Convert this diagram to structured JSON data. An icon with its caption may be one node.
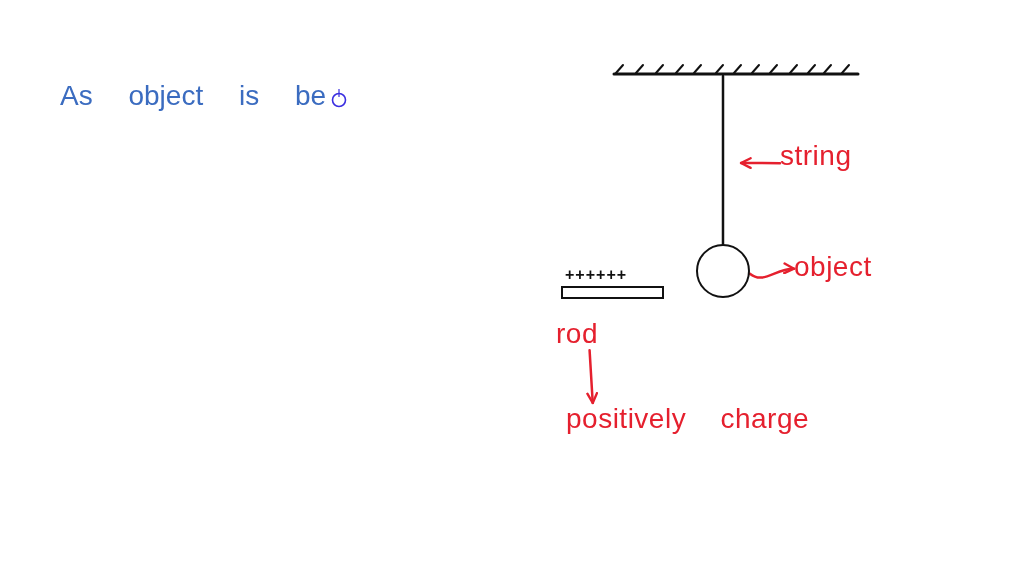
{
  "diagram": {
    "nodes": [
      {
        "text": [],
        "shape": "ceiling"
      },
      {
        "text": [],
        "shape": "circle"
      },
      {
        "text": [],
        "shape": "bar",
        "beside": [
          "++++++"
        ]
      },
      {
        "text": [
          "string"
        ]
      },
      {
        "text": [
          "object"
        ]
      },
      {
        "text": [
          "rod"
        ]
      },
      {
        "text": [
          "positively charge"
        ]
      }
    ],
    "edges": [
      {
        "from": 0,
        "to": 1,
        "arrow": "none",
        "color": "#111111"
      },
      {
        "from": 3,
        "to": null,
        "arrow": "to"
      },
      {
        "from": 1,
        "to": 4,
        "arrow": "to"
      },
      {
        "from": 5,
        "to": 6,
        "arrow": "to"
      }
    ],
    "labels": [
      "As object is be"
    ]
  }
}
